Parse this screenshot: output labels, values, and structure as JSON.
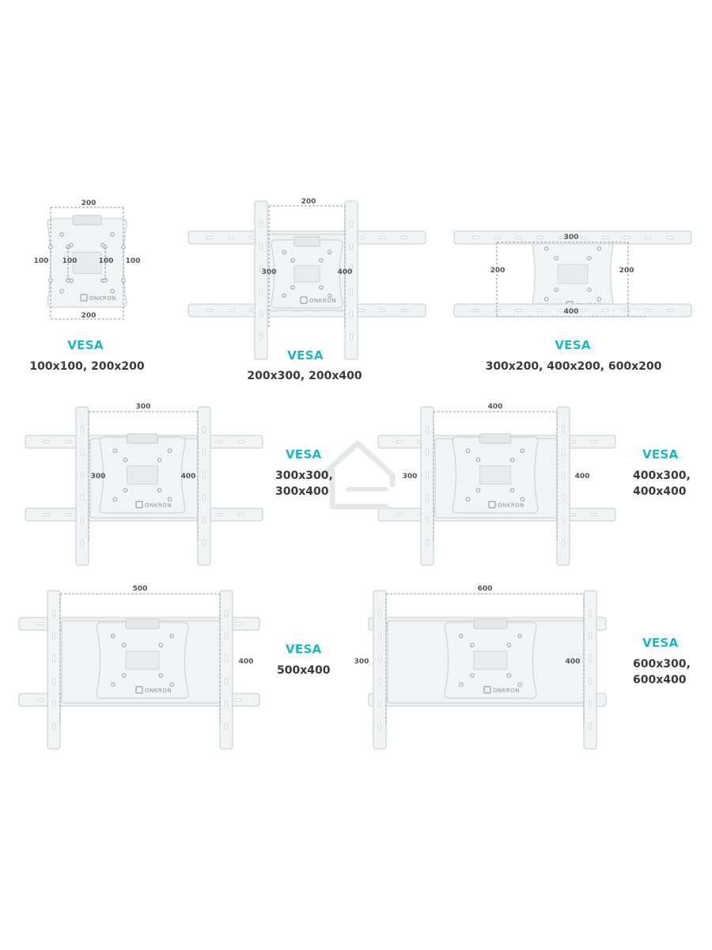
{
  "vesa_word": "VESA",
  "colors": {
    "accent": "#1fb7bf",
    "plate_fill": "#f2f3f4",
    "plate_stroke": "#c9cbcd",
    "dimension_text": "#555555",
    "dashed_line": "#9a9a9a"
  },
  "brand": "ONKRON",
  "watermark_icon": "house-outline-icon",
  "panels": [
    {
      "id": "small-plate",
      "kind": "plate",
      "dims": {
        "top": "200",
        "bottom": "200",
        "left_outer": "100",
        "left_inner": "100",
        "right_inner": "100",
        "right_outer": "100"
      },
      "sizes": [
        "100x100, 200x200"
      ]
    },
    {
      "id": "vertical-rails-200",
      "kind": "vertical-rails",
      "dims": {
        "top": "200",
        "left": "300",
        "right": "400"
      },
      "sizes": [
        "200x300, 200x400"
      ]
    },
    {
      "id": "horizontal-rails",
      "kind": "horizontal-rails",
      "dims": {
        "top": "300",
        "bottom": "400",
        "left": "200",
        "right": "200"
      },
      "sizes": [
        "300x200, 400x200, 600x200"
      ]
    },
    {
      "id": "rails-300",
      "kind": "full",
      "dims": {
        "top": "300",
        "left": "300",
        "right": "400"
      },
      "sizes": [
        "300x300,",
        "300x400"
      ]
    },
    {
      "id": "rails-400",
      "kind": "full",
      "dims": {
        "top": "400",
        "left": "300",
        "right": "400"
      },
      "sizes": [
        "400x300,",
        "400x400"
      ]
    },
    {
      "id": "rails-500",
      "kind": "full",
      "dims": {
        "top": "500",
        "right": "400"
      },
      "sizes": [
        "500x400"
      ]
    },
    {
      "id": "rails-600",
      "kind": "full",
      "dims": {
        "top": "600",
        "left": "300",
        "right": "400"
      },
      "sizes": [
        "600x300,",
        "600x400"
      ]
    }
  ]
}
